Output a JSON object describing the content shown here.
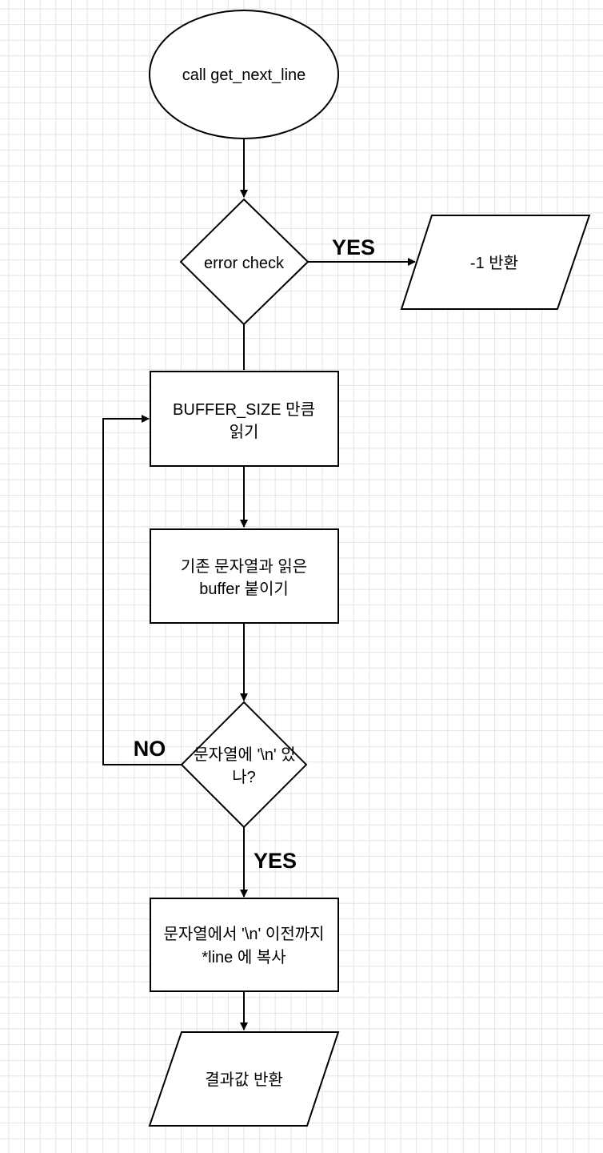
{
  "nodes": {
    "start": {
      "lines": [
        "call get_next_line"
      ]
    },
    "error_check": {
      "lines": [
        "error check"
      ]
    },
    "return_error": {
      "lines": [
        "-1 반환"
      ]
    },
    "read_buffer": {
      "lines": [
        "BUFFER_SIZE 만큼",
        "읽기"
      ]
    },
    "join_buffer": {
      "lines": [
        "기존 문자열과 읽은",
        "buffer 붙이기"
      ]
    },
    "newline_check": {
      "lines": [
        "문자열에 '\\n' 있",
        "나?"
      ]
    },
    "copy_line": {
      "lines": [
        "문자열에서 '\\n' 이전까지",
        "*line 에 복사"
      ]
    },
    "return_result": {
      "lines": [
        "결과값 반환"
      ]
    }
  },
  "edge_labels": {
    "error_yes": "YES",
    "newline_no": "NO",
    "newline_yes": "YES"
  }
}
